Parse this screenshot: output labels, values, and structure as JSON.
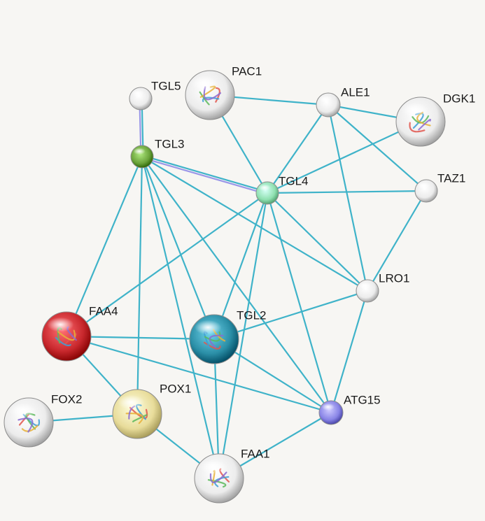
{
  "network": {
    "nodes": [
      {
        "id": "TGL5",
        "label": "TGL5",
        "color": "#ffffff",
        "structure": false
      },
      {
        "id": "PAC1",
        "label": "PAC1",
        "color": "#ffffff",
        "structure": true
      },
      {
        "id": "ALE1",
        "label": "ALE1",
        "color": "#ffffff",
        "structure": false
      },
      {
        "id": "DGK1",
        "label": "DGK1",
        "color": "#ffffff",
        "structure": true
      },
      {
        "id": "TGL3",
        "label": "TGL3",
        "color": "#6aa33a",
        "structure": false
      },
      {
        "id": "TGL4",
        "label": "TGL4",
        "color": "#8fe0b0",
        "structure": false
      },
      {
        "id": "TAZ1",
        "label": "TAZ1",
        "color": "#ffffff",
        "structure": false
      },
      {
        "id": "LRO1",
        "label": "LRO1",
        "color": "#ffffff",
        "structure": false
      },
      {
        "id": "FAA4",
        "label": "FAA4",
        "color": "#c8282d",
        "structure": true
      },
      {
        "id": "TGL2",
        "label": "TGL2",
        "color": "#2a8ea6",
        "structure": true
      },
      {
        "id": "ATG15",
        "label": "ATG15",
        "color": "#8884e6",
        "structure": false
      },
      {
        "id": "FOX2",
        "label": "FOX2",
        "color": "#ffffff",
        "structure": true
      },
      {
        "id": "POX1",
        "label": "POX1",
        "color": "#e8dc9a",
        "structure": true
      },
      {
        "id": "FAA1",
        "label": "FAA1",
        "color": "#ffffff",
        "structure": true
      }
    ],
    "edges": [
      {
        "source": "TGL5",
        "target": "TGL3",
        "kind": "double"
      },
      {
        "source": "TGL3",
        "target": "TGL4",
        "kind": "double"
      },
      {
        "source": "PAC1",
        "target": "ALE1",
        "kind": "single"
      },
      {
        "source": "PAC1",
        "target": "TGL4",
        "kind": "single"
      },
      {
        "source": "ALE1",
        "target": "DGK1",
        "kind": "single"
      },
      {
        "source": "ALE1",
        "target": "TGL4",
        "kind": "single"
      },
      {
        "source": "ALE1",
        "target": "TAZ1",
        "kind": "single"
      },
      {
        "source": "ALE1",
        "target": "LRO1",
        "kind": "single"
      },
      {
        "source": "DGK1",
        "target": "TGL4",
        "kind": "single"
      },
      {
        "source": "TGL4",
        "target": "TAZ1",
        "kind": "single"
      },
      {
        "source": "TAZ1",
        "target": "LRO1",
        "kind": "single"
      },
      {
        "source": "TGL3",
        "target": "FAA4",
        "kind": "single"
      },
      {
        "source": "TGL3",
        "target": "TGL2",
        "kind": "single"
      },
      {
        "source": "TGL3",
        "target": "FAA1",
        "kind": "single"
      },
      {
        "source": "TGL3",
        "target": "ATG15",
        "kind": "single"
      },
      {
        "source": "TGL3",
        "target": "LRO1",
        "kind": "single"
      },
      {
        "source": "TGL3",
        "target": "POX1",
        "kind": "single"
      },
      {
        "source": "TGL4",
        "target": "FAA4",
        "kind": "single"
      },
      {
        "source": "TGL4",
        "target": "TGL2",
        "kind": "single"
      },
      {
        "source": "TGL4",
        "target": "LRO1",
        "kind": "single"
      },
      {
        "source": "TGL4",
        "target": "ATG15",
        "kind": "single"
      },
      {
        "source": "TGL4",
        "target": "FAA1",
        "kind": "single"
      },
      {
        "source": "LRO1",
        "target": "TGL2",
        "kind": "single"
      },
      {
        "source": "LRO1",
        "target": "ATG15",
        "kind": "single"
      },
      {
        "source": "FAA4",
        "target": "TGL2",
        "kind": "single"
      },
      {
        "source": "FAA4",
        "target": "ATG15",
        "kind": "single"
      },
      {
        "source": "FAA4",
        "target": "POX1",
        "kind": "single"
      },
      {
        "source": "TGL2",
        "target": "ATG15",
        "kind": "single"
      },
      {
        "source": "TGL2",
        "target": "FAA1",
        "kind": "single"
      },
      {
        "source": "FOX2",
        "target": "POX1",
        "kind": "single"
      },
      {
        "source": "POX1",
        "target": "FAA1",
        "kind": "single"
      },
      {
        "source": "ATG15",
        "target": "FAA1",
        "kind": "single"
      }
    ]
  }
}
